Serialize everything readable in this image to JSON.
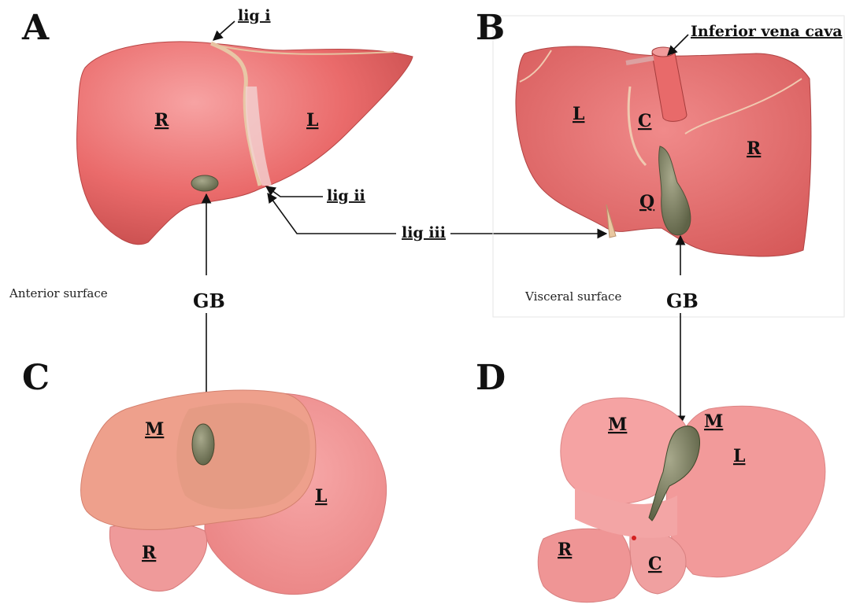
{
  "panels": {
    "a": {
      "letter": "A",
      "surface": "Anterior surface",
      "lobes": {
        "right": "R",
        "left": "L"
      }
    },
    "b": {
      "letter": "B",
      "surface": "Visceral surface",
      "lobes": {
        "left": "L",
        "caudate": "C",
        "right": "R",
        "quadrate": "Q"
      }
    },
    "c": {
      "letter": "C",
      "lobes": {
        "median": "M",
        "left": "L",
        "right": "R"
      }
    },
    "d": {
      "letter": "D",
      "lobes": {
        "median_1": "M",
        "median_2": "M",
        "left": "L",
        "right": "R",
        "caudate": "C"
      }
    }
  },
  "labels": {
    "lig_i": "lig i",
    "lig_ii": "lig ii",
    "lig_iii": "lig iii",
    "ivc": "Inferior vena cava",
    "gb_left": "GB",
    "gb_right": "GB"
  },
  "colors": {
    "liver_human": "#ec6d6d",
    "liver_human_light": "#f4a0a0",
    "liver_animal": "#f29a9a",
    "liver_animal_overlay": "#e9a488",
    "gallbladder": "#6f7355",
    "ivc": "#e86a6a"
  }
}
